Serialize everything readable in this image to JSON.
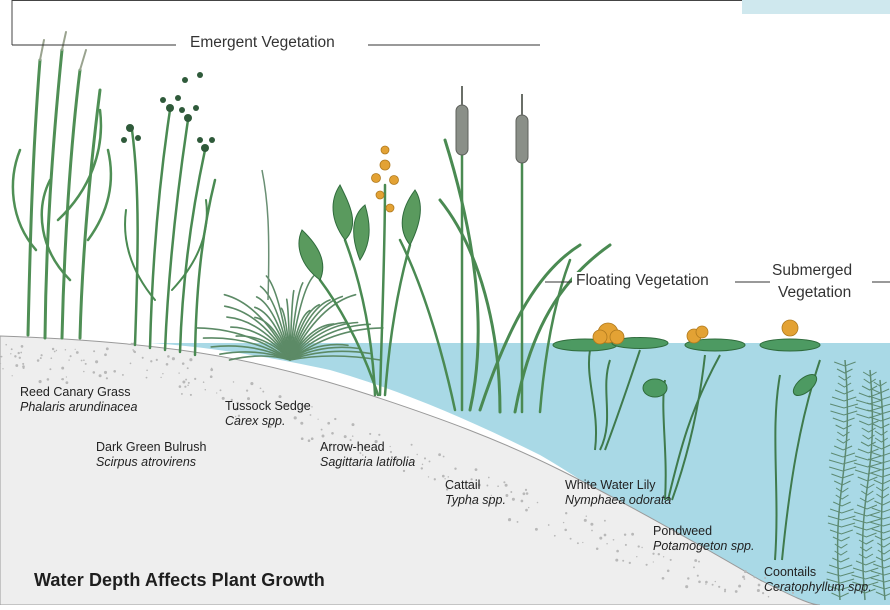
{
  "zones": {
    "emergent": "Emergent Vegetation",
    "floating": "Floating Vegetation",
    "submerged_line1": "Submerged",
    "submerged_line2": "Vegetation"
  },
  "plants": [
    {
      "id": "reed-canary-grass",
      "common": "Reed Canary Grass",
      "scientific": "Phalaris arundinacea"
    },
    {
      "id": "dark-green-bulrush",
      "common": "Dark Green Bulrush",
      "scientific": "Scirpus atrovirens"
    },
    {
      "id": "tussock-sedge",
      "common": "Tussock Sedge",
      "scientific": "Carex spp."
    },
    {
      "id": "arrow-head",
      "common": "Arrow-head",
      "scientific": "Sagittaria latifolia"
    },
    {
      "id": "cattail",
      "common": "Cattail",
      "scientific": "Typha spp."
    },
    {
      "id": "white-water-lily",
      "common": "White Water Lily",
      "scientific": "Nymphaea odorata"
    },
    {
      "id": "pondweed",
      "common": "Pondweed",
      "scientific": "Potamogeton spp."
    },
    {
      "id": "coontails",
      "common": "Coontails",
      "scientific": "Ceratophyllum spp."
    }
  ],
  "title": "Water Depth Affects Plant Growth",
  "colors": {
    "water": "#a9d9e6",
    "shore": "#eeeeee",
    "plant": "#4a8a52",
    "flower": "#e3a234"
  }
}
